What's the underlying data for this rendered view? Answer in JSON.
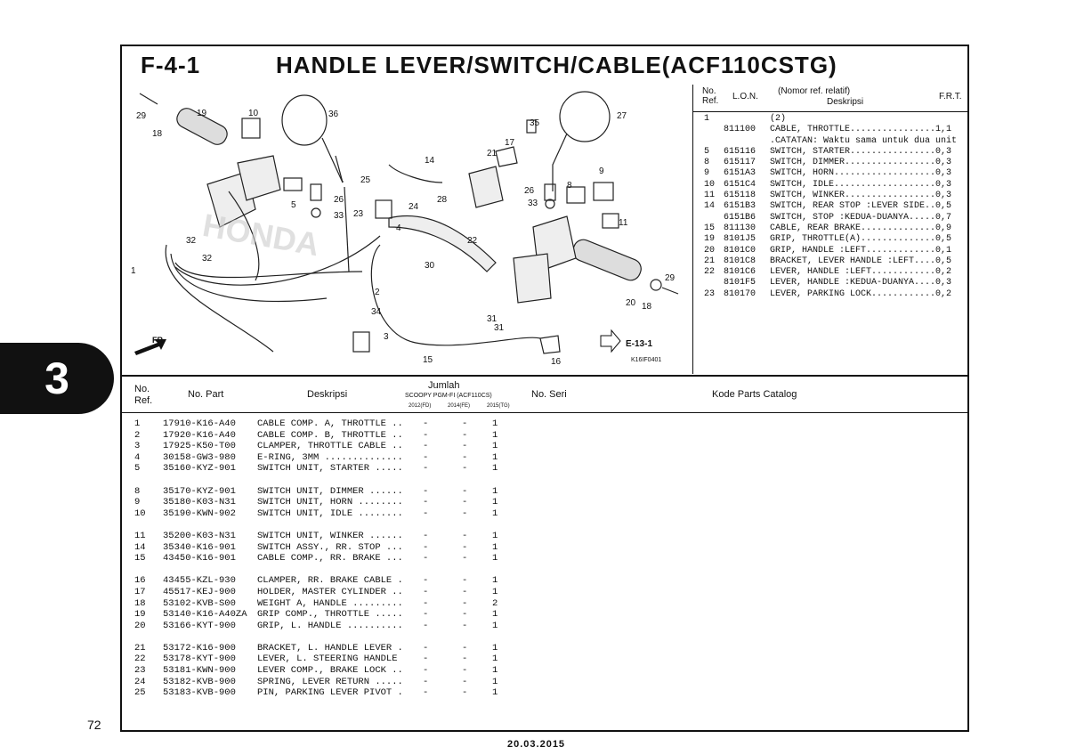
{
  "section_tab": "3",
  "title": {
    "code": "F-4-1",
    "text": "HANDLE LEVER/SWITCH/CABLE(ACF110CSTG)"
  },
  "diagram": {
    "callouts": [
      "29",
      "19",
      "10",
      "36",
      "27",
      "35",
      "18",
      "17",
      "21",
      "14",
      "25",
      "9",
      "26",
      "8",
      "26",
      "5",
      "33",
      "24",
      "28",
      "33",
      "23",
      "11",
      "32",
      "4",
      "32",
      "22",
      "1",
      "30",
      "29",
      "20",
      "18",
      "2",
      "34",
      "31",
      "31",
      "3",
      "15",
      "16"
    ],
    "fr_label": "FR.",
    "ref_label": "E-13-1",
    "code": "K16IF0401",
    "watermark": "HONDA"
  },
  "lon_table": {
    "headers": {
      "no_ref": "No.\nRef.",
      "lon": "L.O.N.",
      "desc_top": "(Nomor ref. relatif)",
      "desc": "Deskripsi",
      "frt": "F.R.T."
    },
    "rows": [
      {
        "ref": "1",
        "lon": "",
        "desc": "(2)"
      },
      {
        "ref": "",
        "lon": "811100",
        "desc": "CABLE, THROTTLE................1,1"
      },
      {
        "ref": "",
        "lon": "",
        "desc": ".CATATAN: Waktu sama untuk dua unit"
      },
      {
        "ref": "5",
        "lon": "615116",
        "desc": "SWITCH, STARTER................0,3"
      },
      {
        "ref": "8",
        "lon": "615117",
        "desc": "SWITCH, DIMMER.................0,3"
      },
      {
        "ref": "9",
        "lon": "6151A3",
        "desc": "SWITCH, HORN...................0,3"
      },
      {
        "ref": "10",
        "lon": "6151C4",
        "desc": "SWITCH, IDLE...................0,3"
      },
      {
        "ref": "11",
        "lon": "615118",
        "desc": "SWITCH, WINKER.................0,3"
      },
      {
        "ref": "14",
        "lon": "6151B3",
        "desc": "SWITCH, REAR STOP :LEVER SIDE..0,5"
      },
      {
        "ref": "",
        "lon": "6151B6",
        "desc": "SWITCH, STOP :KEDUA-DUANYA.....0,7"
      },
      {
        "ref": "15",
        "lon": "811130",
        "desc": "CABLE, REAR BRAKE..............0,9"
      },
      {
        "ref": "19",
        "lon": "8101J5",
        "desc": "GRIP, THROTTLE(A)..............0,5"
      },
      {
        "ref": "20",
        "lon": "8101C0",
        "desc": "GRIP, HANDLE :LEFT.............0,1"
      },
      {
        "ref": "21",
        "lon": "8101C8",
        "desc": "BRACKET, LEVER HANDLE :LEFT....0,5"
      },
      {
        "ref": "22",
        "lon": "8101C6",
        "desc": "LEVER, HANDLE :LEFT............0,2"
      },
      {
        "ref": "",
        "lon": "8101F5",
        "desc": "LEVER, HANDLE :KEDUA-DUANYA....0,3"
      },
      {
        "ref": "23",
        "lon": "810170",
        "desc": "LEVER, PARKING LOCK............0,2"
      }
    ]
  },
  "parts_table": {
    "headers": {
      "no_ref": "No.\nRef.",
      "no_part": "No. Part",
      "deskripsi": "Deskripsi",
      "jumlah": "Jumlah",
      "model": "SCOOPY PGM-FI (ACF110CS)",
      "years": [
        "2012(FD)",
        "2014(FE)",
        "2015(TG)"
      ],
      "no_seri": "No. Seri",
      "kode": "Kode Parts Catalog"
    },
    "groups": [
      [
        {
          "ref": "1",
          "part": "17910-K16-A40",
          "desc": "CABLE COMP. A, THROTTLE ..",
          "q": [
            "-",
            "-",
            "1"
          ]
        },
        {
          "ref": "2",
          "part": "17920-K16-A40",
          "desc": "CABLE COMP. B, THROTTLE ..",
          "q": [
            "-",
            "-",
            "1"
          ]
        },
        {
          "ref": "3",
          "part": "17925-K50-T00",
          "desc": "CLAMPER, THROTTLE CABLE ..",
          "q": [
            "-",
            "-",
            "1"
          ]
        },
        {
          "ref": "4",
          "part": "30158-GW3-980",
          "desc": "E-RING, 3MM ..............",
          "q": [
            "-",
            "-",
            "1"
          ]
        },
        {
          "ref": "5",
          "part": "35160-KYZ-901",
          "desc": "SWITCH UNIT, STARTER .....",
          "q": [
            "-",
            "-",
            "1"
          ]
        }
      ],
      [
        {
          "ref": "8",
          "part": "35170-KYZ-901",
          "desc": "SWITCH UNIT, DIMMER ......",
          "q": [
            "-",
            "-",
            "1"
          ]
        },
        {
          "ref": "9",
          "part": "35180-K03-N31",
          "desc": "SWITCH UNIT, HORN ........",
          "q": [
            "-",
            "-",
            "1"
          ]
        },
        {
          "ref": "10",
          "part": "35190-KWN-902",
          "desc": "SWITCH UNIT, IDLE ........",
          "q": [
            "-",
            "-",
            "1"
          ]
        }
      ],
      [
        {
          "ref": "11",
          "part": "35200-K03-N31",
          "desc": "SWITCH UNIT, WINKER ......",
          "q": [
            "-",
            "-",
            "1"
          ]
        },
        {
          "ref": "14",
          "part": "35340-K16-901",
          "desc": "SWITCH ASSY., RR. STOP ...",
          "q": [
            "-",
            "-",
            "1"
          ]
        },
        {
          "ref": "15",
          "part": "43450-K16-901",
          "desc": "CABLE COMP., RR. BRAKE ...",
          "q": [
            "-",
            "-",
            "1"
          ]
        }
      ],
      [
        {
          "ref": "16",
          "part": "43455-KZL-930",
          "desc": "CLAMPER, RR. BRAKE CABLE .",
          "q": [
            "-",
            "-",
            "1"
          ]
        },
        {
          "ref": "17",
          "part": "45517-KEJ-900",
          "desc": "HOLDER, MASTER CYLINDER ..",
          "q": [
            "-",
            "-",
            "1"
          ]
        },
        {
          "ref": "18",
          "part": "53102-KVB-S00",
          "desc": "WEIGHT A, HANDLE .........",
          "q": [
            "-",
            "-",
            "2"
          ]
        },
        {
          "ref": "19",
          "part": "53140-K16-A40ZA",
          "desc": "GRIP COMP., THROTTLE .....",
          "q": [
            "-",
            "-",
            "1"
          ]
        },
        {
          "ref": "20",
          "part": "53166-KYT-900",
          "desc": "GRIP, L. HANDLE ..........",
          "q": [
            "-",
            "-",
            "1"
          ]
        }
      ],
      [
        {
          "ref": "21",
          "part": "53172-K16-900",
          "desc": "BRACKET, L. HANDLE LEVER .",
          "q": [
            "-",
            "-",
            "1"
          ]
        },
        {
          "ref": "22",
          "part": "53178-KYT-900",
          "desc": "LEVER, L. STEERING HANDLE ",
          "q": [
            "-",
            "-",
            "1"
          ]
        },
        {
          "ref": "23",
          "part": "53181-KWN-900",
          "desc": "LEVER COMP., BRAKE LOCK ..",
          "q": [
            "-",
            "-",
            "1"
          ]
        },
        {
          "ref": "24",
          "part": "53182-KVB-900",
          "desc": "SPRING, LEVER RETURN .....",
          "q": [
            "-",
            "-",
            "1"
          ]
        },
        {
          "ref": "25",
          "part": "53183-KVB-900",
          "desc": "PIN, PARKING LEVER PIVOT .",
          "q": [
            "-",
            "-",
            "1"
          ]
        }
      ]
    ]
  },
  "page_number": "72",
  "date": "20.03.2015"
}
